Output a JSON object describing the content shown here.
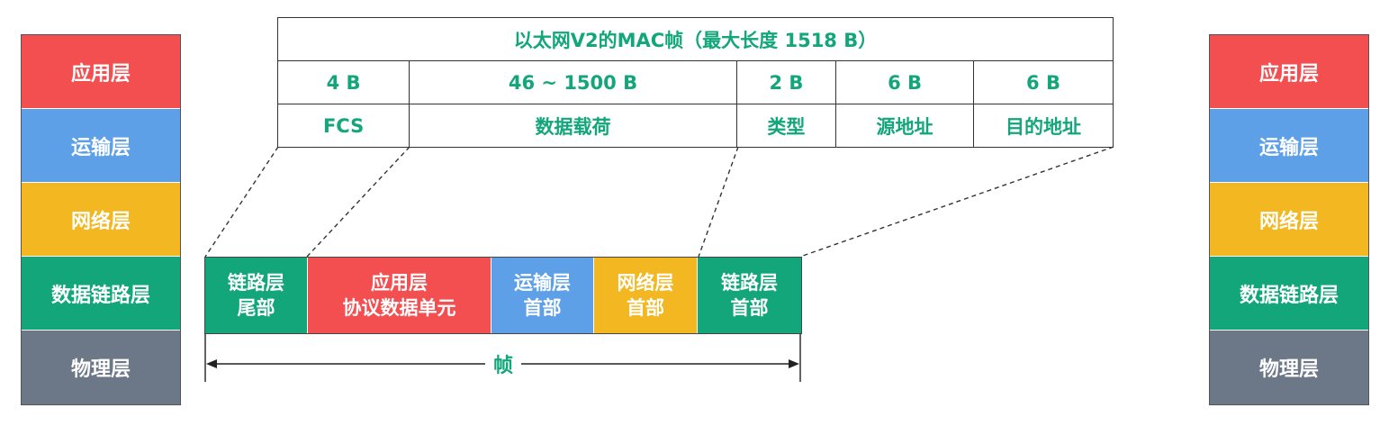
{
  "left_stack": [
    "应用层",
    "运输层",
    "网络层",
    "数据链路层",
    "物理层"
  ],
  "right_stack": [
    "应用层",
    "运输层",
    "网络层",
    "数据链路层",
    "物理层"
  ],
  "mac_frame": {
    "title": "以太网V2的MAC帧（最大长度 1518 B）",
    "sizes": [
      "4 B",
      "46 ~ 1500 B",
      "2 B",
      "6 B",
      "6 B"
    ],
    "fields": [
      "FCS",
      "数据载荷",
      "类型",
      "源地址",
      "目的地址"
    ]
  },
  "frame": {
    "segments": [
      {
        "line1": "链路层",
        "line2": "尾部"
      },
      {
        "line1": "应用层",
        "line2": "协议数据单元"
      },
      {
        "line1": "运输层",
        "line2": "首部"
      },
      {
        "line1": "网络层",
        "line2": "首部"
      },
      {
        "line1": "链路层",
        "line2": "首部"
      }
    ],
    "label": "帧"
  },
  "colors": {
    "application": "#f34f50",
    "transport": "#5ea0e8",
    "network": "#f2b721",
    "data_link": "#12a67a",
    "physical": "#6c7888",
    "title_text": "#12a67a"
  }
}
